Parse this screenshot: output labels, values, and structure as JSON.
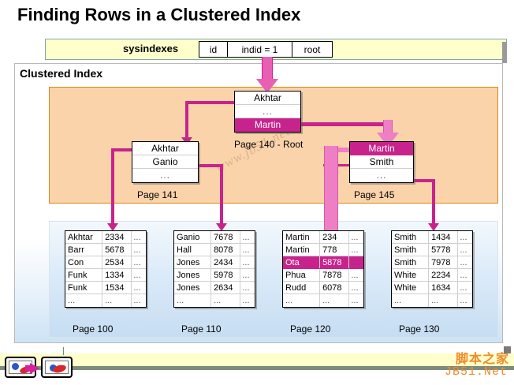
{
  "title": "Finding Rows in a Clustered Index",
  "sysindexes": {
    "label": "sysindexes",
    "cells": [
      "id",
      "indid = 1",
      "root"
    ]
  },
  "panel": {
    "title": "Clustered Index"
  },
  "index_nodes": [
    {
      "name": "root-node",
      "page_label": "Page 140 - Root",
      "rows": [
        {
          "text": "Akhtar",
          "highlight": false
        },
        {
          "text": "...",
          "highlight": false
        },
        {
          "text": "Martin",
          "highlight": true
        }
      ]
    },
    {
      "name": "page-141-node",
      "page_label": "Page 141",
      "rows": [
        {
          "text": "Akhtar",
          "highlight": false
        },
        {
          "text": "Ganio",
          "highlight": false
        },
        {
          "text": "...",
          "highlight": false
        }
      ]
    },
    {
      "name": "page-145-node",
      "page_label": "Page 145",
      "rows": [
        {
          "text": "Martin",
          "highlight": true
        },
        {
          "text": "Smith",
          "highlight": false
        },
        {
          "text": "...",
          "highlight": false
        }
      ]
    }
  ],
  "leaf_pages": [
    {
      "name": "page-100",
      "page_label": "Page 100",
      "rows": [
        {
          "key": "Akhtar",
          "value": "2334",
          "more": "...",
          "highlight": false
        },
        {
          "key": "Barr",
          "value": "5678",
          "more": "...",
          "highlight": false
        },
        {
          "key": "Con",
          "value": "2534",
          "more": "...",
          "highlight": false
        },
        {
          "key": "Funk",
          "value": "1334",
          "more": "...",
          "highlight": false
        },
        {
          "key": "Funk",
          "value": "1534",
          "more": "...",
          "highlight": false
        },
        {
          "key": "...",
          "value": "...",
          "more": "...",
          "highlight": false
        }
      ]
    },
    {
      "name": "page-110",
      "page_label": "Page 110",
      "rows": [
        {
          "key": "Ganio",
          "value": "7678",
          "more": "...",
          "highlight": false
        },
        {
          "key": "Hall",
          "value": "8078",
          "more": "...",
          "highlight": false
        },
        {
          "key": "Jones",
          "value": "2434",
          "more": "...",
          "highlight": false
        },
        {
          "key": "Jones",
          "value": "5978",
          "more": "...",
          "highlight": false
        },
        {
          "key": "Jones",
          "value": "2634",
          "more": "...",
          "highlight": false
        },
        {
          "key": "...",
          "value": "...",
          "more": "...",
          "highlight": false
        }
      ]
    },
    {
      "name": "page-120",
      "page_label": "Page 120",
      "rows": [
        {
          "key": "Martin",
          "value": "234",
          "more": "...",
          "highlight": false
        },
        {
          "key": "Martin",
          "value": "778",
          "more": "...",
          "highlight": false
        },
        {
          "key": "Ota",
          "value": "5878",
          "more": "...",
          "highlight": true
        },
        {
          "key": "Phua",
          "value": "7878",
          "more": "...",
          "highlight": false
        },
        {
          "key": "Rudd",
          "value": "6078",
          "more": "...",
          "highlight": false
        },
        {
          "key": "...",
          "value": "...",
          "more": "...",
          "highlight": false
        }
      ]
    },
    {
      "name": "page-130",
      "page_label": "Page 130",
      "rows": [
        {
          "key": "Smith",
          "value": "1434",
          "more": "...",
          "highlight": false
        },
        {
          "key": "Smith",
          "value": "5778",
          "more": "...",
          "highlight": false
        },
        {
          "key": "Smith",
          "value": "7978",
          "more": "...",
          "highlight": false
        },
        {
          "key": "White",
          "value": "2234",
          "more": "...",
          "highlight": false
        },
        {
          "key": "White",
          "value": "1634",
          "more": "...",
          "highlight": false
        },
        {
          "key": "...",
          "value": "...",
          "more": "...",
          "highlight": false
        }
      ]
    }
  ],
  "watermark": "www.jb51.net",
  "footer": {
    "brand_cn": "脚本之家",
    "brand_en": "JB51.Net"
  },
  "colors": {
    "highlight": "#c8238c",
    "arrow_light": "#ef7fc4",
    "index_region": "#fbd3ab",
    "sys_bar": "#ffffcc",
    "brand": "#f08a2a"
  }
}
